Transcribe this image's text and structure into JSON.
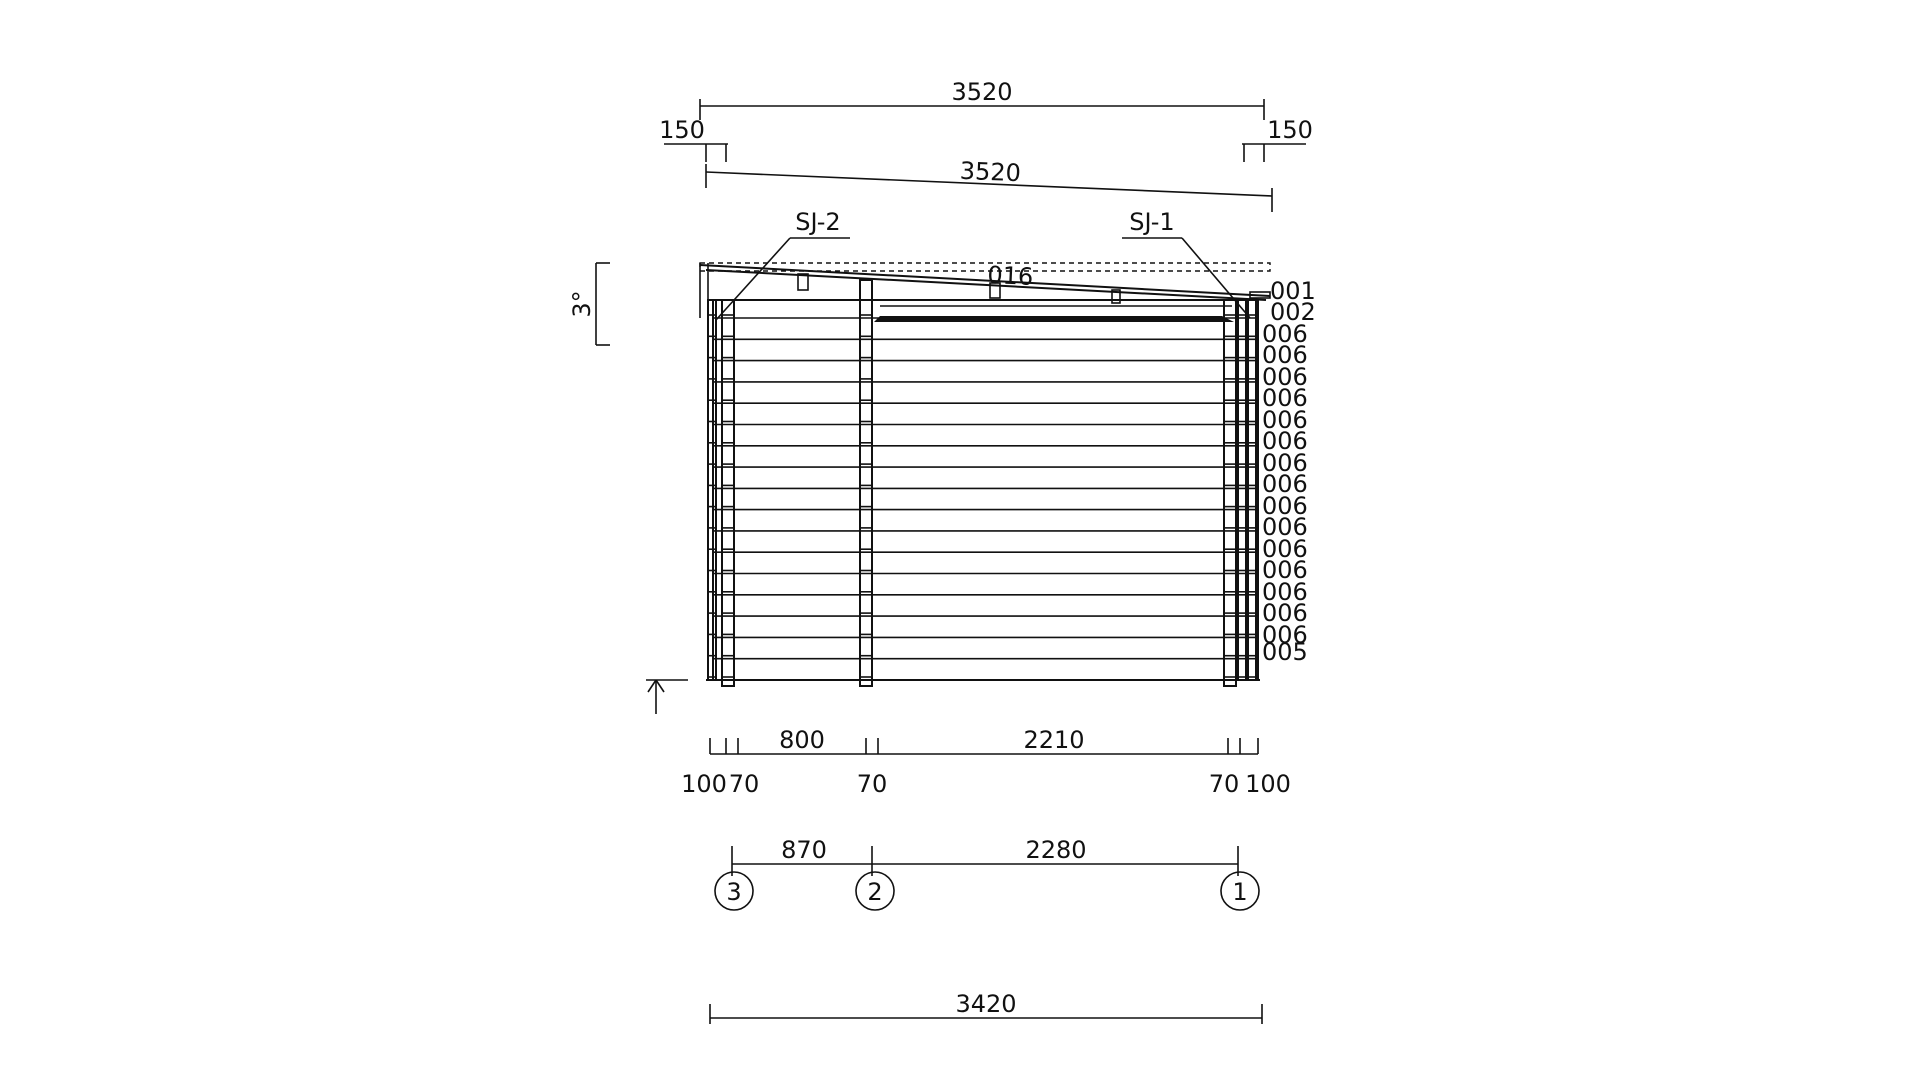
{
  "dimensions": {
    "top_overall": "3520",
    "overhang_left": "150",
    "overhang_right": "150",
    "roof_slope": "3520",
    "roof_angle": "3°",
    "bottom_segments": [
      "800",
      "2210"
    ],
    "bottom_parts": [
      "100",
      "70",
      "70",
      "70",
      "100"
    ],
    "axis_spacings": [
      "870",
      "2280"
    ],
    "bottom_overall": "3420"
  },
  "sections": {
    "left": "SJ-2",
    "right": "SJ-1"
  },
  "roof_part_code": "016",
  "row_codes": [
    "001",
    "002",
    "006",
    "006",
    "006",
    "006",
    "006",
    "006",
    "006",
    "006",
    "006",
    "006",
    "006",
    "006",
    "006",
    "006",
    "006",
    "005"
  ],
  "grid_axes": [
    "3",
    "2",
    "1"
  ]
}
